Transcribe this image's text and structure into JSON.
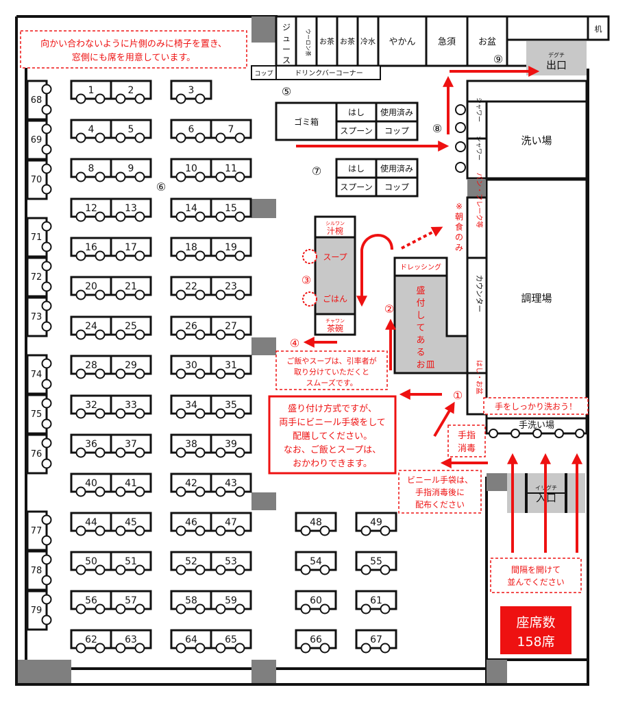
{
  "colors": {
    "red": "#ee1111",
    "gray": "#7f7f7f",
    "lightgray": "#c8c8c8",
    "black": "#111111"
  },
  "notes": {
    "top_left": [
      "向かい合わないように片側のみに椅子を置き、",
      "窓側にも席を用意しています。"
    ],
    "serving_method": [
      "盛り付け方式ですが、",
      "両手にビニール手袋をして",
      "配膳してください。",
      "なお、ご飯とスープは、",
      "おかわりできます。"
    ],
    "rice_soup": [
      "ご飯やスープは、引率者が",
      "取り分けていただくと",
      "スムーズです。"
    ],
    "gloves": [
      "ビニール手袋は、",
      "手指消毒後に",
      "配布ください"
    ],
    "queue": [
      "間隔を開けて",
      "並んでください"
    ],
    "wash_hands": "手をしっかり洗おう！",
    "breakfast_only": [
      "※",
      "朝",
      "食",
      "の",
      "み"
    ]
  },
  "labels": {
    "exit_ruby": "デグチ",
    "exit": "出口",
    "entrance_ruby": "イリグチ",
    "entrance": "入口",
    "drink_bar": "ドリンクバーコーナー",
    "cup": "コップ",
    "desk": "机",
    "juice": [
      "ジ",
      "ュ",
      "ー",
      "ス"
    ],
    "oolong": "ウーロン茶",
    "tea1": "お茶",
    "tea2": "お茶",
    "cold_water": "冷水",
    "kettle": "やかん",
    "kyusu": "急須",
    "tray": "お盆",
    "trash": "ゴミ箱",
    "chopsticks1": "はし",
    "spoon1": "スプーン",
    "used_cups1": "使用済み",
    "cup1": "コップ",
    "chopsticks2": "はし",
    "spoon2": "スプーン",
    "used_cups2": "使用済み",
    "cup2": "コップ",
    "shower1": "シャワー",
    "shower2": "シャワー",
    "washing_area": "洗い場",
    "kitchen": "調理場",
    "bread_flakes": "パン・フレーク等",
    "counter": "カウンター",
    "chopsticks_tray": "はし・お盆",
    "hand_wash_area": "手洗い場",
    "hand_sanitize": [
      "手指",
      "消毒"
    ],
    "soup_bowl_ruby": "シルワン",
    "soup_bowl": "汁椀",
    "soup": "スープ",
    "rice": "ごはん",
    "rice_bowl_ruby": "チャワン",
    "rice_bowl": "茶碗",
    "dressing": "ドレッシング",
    "plated_dishes": [
      "盛",
      "付",
      "し",
      "て",
      "あ",
      "る",
      "お",
      "皿"
    ],
    "seat_count_title": "座席数",
    "seat_count_value": "158席"
  },
  "steps": [
    "①",
    "②",
    "③",
    "④",
    "⑤",
    "⑥",
    "⑦",
    "⑧",
    "⑨"
  ],
  "tables": [
    {
      "num": "1"
    },
    {
      "num": "2"
    },
    {
      "num": "3"
    },
    {
      "num": "4"
    },
    {
      "num": "5"
    },
    {
      "num": "6"
    },
    {
      "num": "7"
    },
    {
      "num": "8"
    },
    {
      "num": "9"
    },
    {
      "num": "10"
    },
    {
      "num": "11"
    },
    {
      "num": "12"
    },
    {
      "num": "13"
    },
    {
      "num": "14"
    },
    {
      "num": "15"
    },
    {
      "num": "16"
    },
    {
      "num": "17"
    },
    {
      "num": "18"
    },
    {
      "num": "19"
    },
    {
      "num": "20"
    },
    {
      "num": "21"
    },
    {
      "num": "22"
    },
    {
      "num": "23"
    },
    {
      "num": "24"
    },
    {
      "num": "25"
    },
    {
      "num": "26"
    },
    {
      "num": "27"
    },
    {
      "num": "28"
    },
    {
      "num": "29"
    },
    {
      "num": "30"
    },
    {
      "num": "31"
    },
    {
      "num": "32"
    },
    {
      "num": "33"
    },
    {
      "num": "34"
    },
    {
      "num": "35"
    },
    {
      "num": "36"
    },
    {
      "num": "37"
    },
    {
      "num": "38"
    },
    {
      "num": "39"
    },
    {
      "num": "40"
    },
    {
      "num": "41"
    },
    {
      "num": "42"
    },
    {
      "num": "43"
    },
    {
      "num": "44"
    },
    {
      "num": "45"
    },
    {
      "num": "46"
    },
    {
      "num": "47"
    },
    {
      "num": "48"
    },
    {
      "num": "49"
    },
    {
      "num": "50"
    },
    {
      "num": "51"
    },
    {
      "num": "52"
    },
    {
      "num": "53"
    },
    {
      "num": "54"
    },
    {
      "num": "55"
    },
    {
      "num": "56"
    },
    {
      "num": "57"
    },
    {
      "num": "58"
    },
    {
      "num": "59"
    },
    {
      "num": "60"
    },
    {
      "num": "61"
    },
    {
      "num": "62"
    },
    {
      "num": "63"
    },
    {
      "num": "64"
    },
    {
      "num": "65"
    },
    {
      "num": "66"
    },
    {
      "num": "67"
    }
  ],
  "window_tables": [
    {
      "num": "68"
    },
    {
      "num": "69"
    },
    {
      "num": "70"
    },
    {
      "num": "71"
    },
    {
      "num": "72"
    },
    {
      "num": "73"
    },
    {
      "num": "74"
    },
    {
      "num": "75"
    },
    {
      "num": "76"
    },
    {
      "num": "77"
    },
    {
      "num": "78"
    },
    {
      "num": "79"
    }
  ]
}
